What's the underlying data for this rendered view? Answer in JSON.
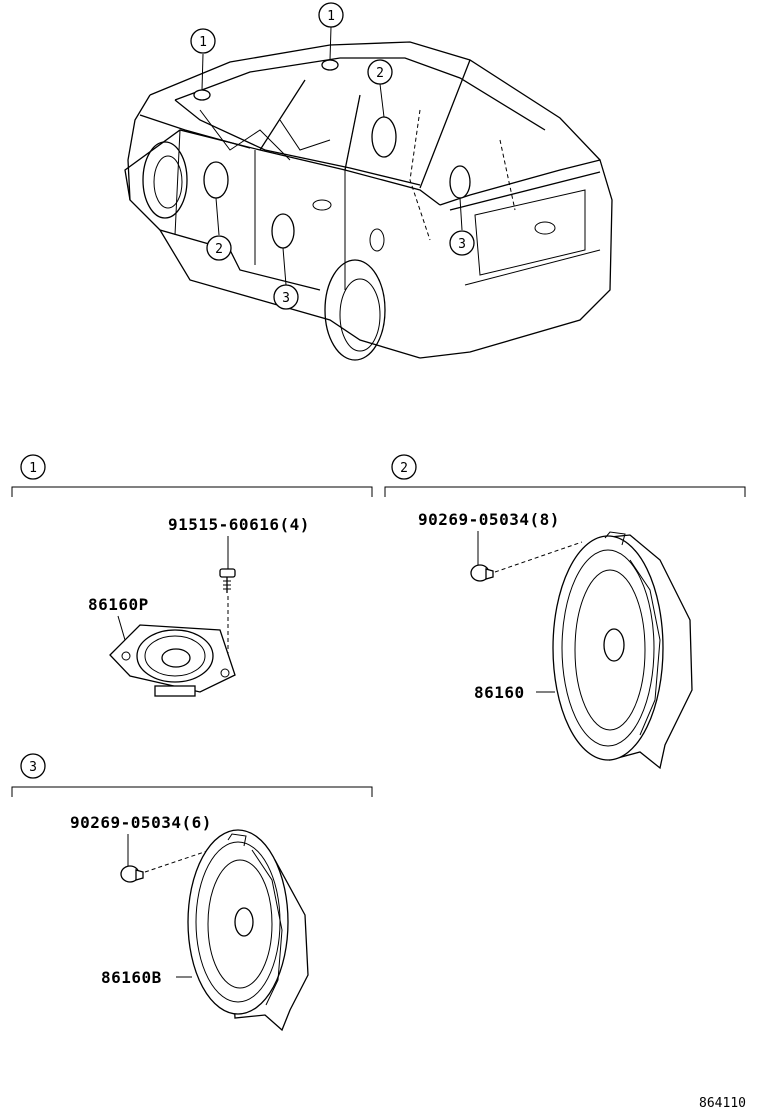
{
  "callouts": {
    "one": "1",
    "two": "2",
    "three": "3"
  },
  "section1": {
    "bolt_part": "91515-60616(4)",
    "speaker_part": "86160P"
  },
  "section2": {
    "clip_part": "90269-05034(8)",
    "speaker_part": "86160"
  },
  "section3": {
    "clip_part": "90269-05034(6)",
    "speaker_part": "86160B"
  },
  "figure_number": "864110"
}
